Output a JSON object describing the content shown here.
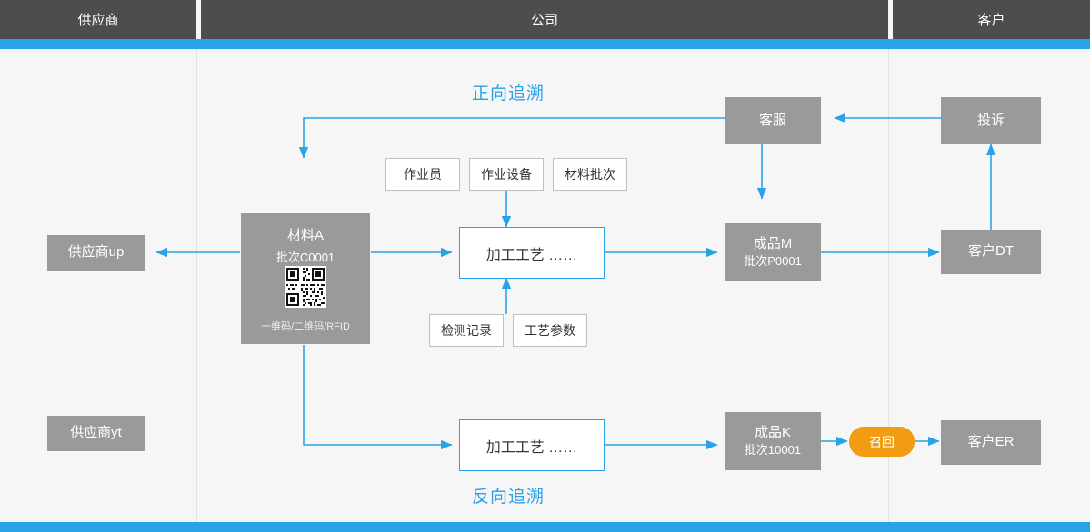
{
  "header": {
    "columns": [
      {
        "label": "供应商"
      },
      {
        "label": "公司"
      },
      {
        "label": "客户"
      }
    ]
  },
  "titles": {
    "forward": "正向追溯",
    "backward": "反向追溯"
  },
  "nodes": {
    "supplier_up": {
      "label": "供应商up"
    },
    "supplier_yt": {
      "label": "供应商yt"
    },
    "material": {
      "title": "材料A",
      "batch": "批次C0001",
      "footer": "一维码/二维码/RFID",
      "qr_icon": "qr-code-icon"
    },
    "process_top": {
      "label": "加工工艺  ……"
    },
    "process_bottom": {
      "label": "加工工艺  ……"
    },
    "product_m": {
      "title": "成品M",
      "batch": "批次P0001"
    },
    "product_k": {
      "title": "成品K",
      "batch": "批次10001"
    },
    "customer_service": {
      "label": "客服"
    },
    "complaint": {
      "label": "投诉"
    },
    "customer_dt": {
      "label": "客户DT"
    },
    "customer_er": {
      "label": "客户ER"
    },
    "recall": {
      "label": "召回"
    }
  },
  "attributes": {
    "operator": "作业员",
    "equipment": "作业设备",
    "material_batch": "材料批次",
    "inspection_record": "检测记录",
    "process_params": "工艺参数"
  },
  "colors": {
    "header_bg": "#4d4d4d",
    "accent_blue": "#29a3e8",
    "node_gray": "#9a9a9a",
    "recall_orange": "#f29c11",
    "canvas_bg": "#f6f6f6"
  }
}
